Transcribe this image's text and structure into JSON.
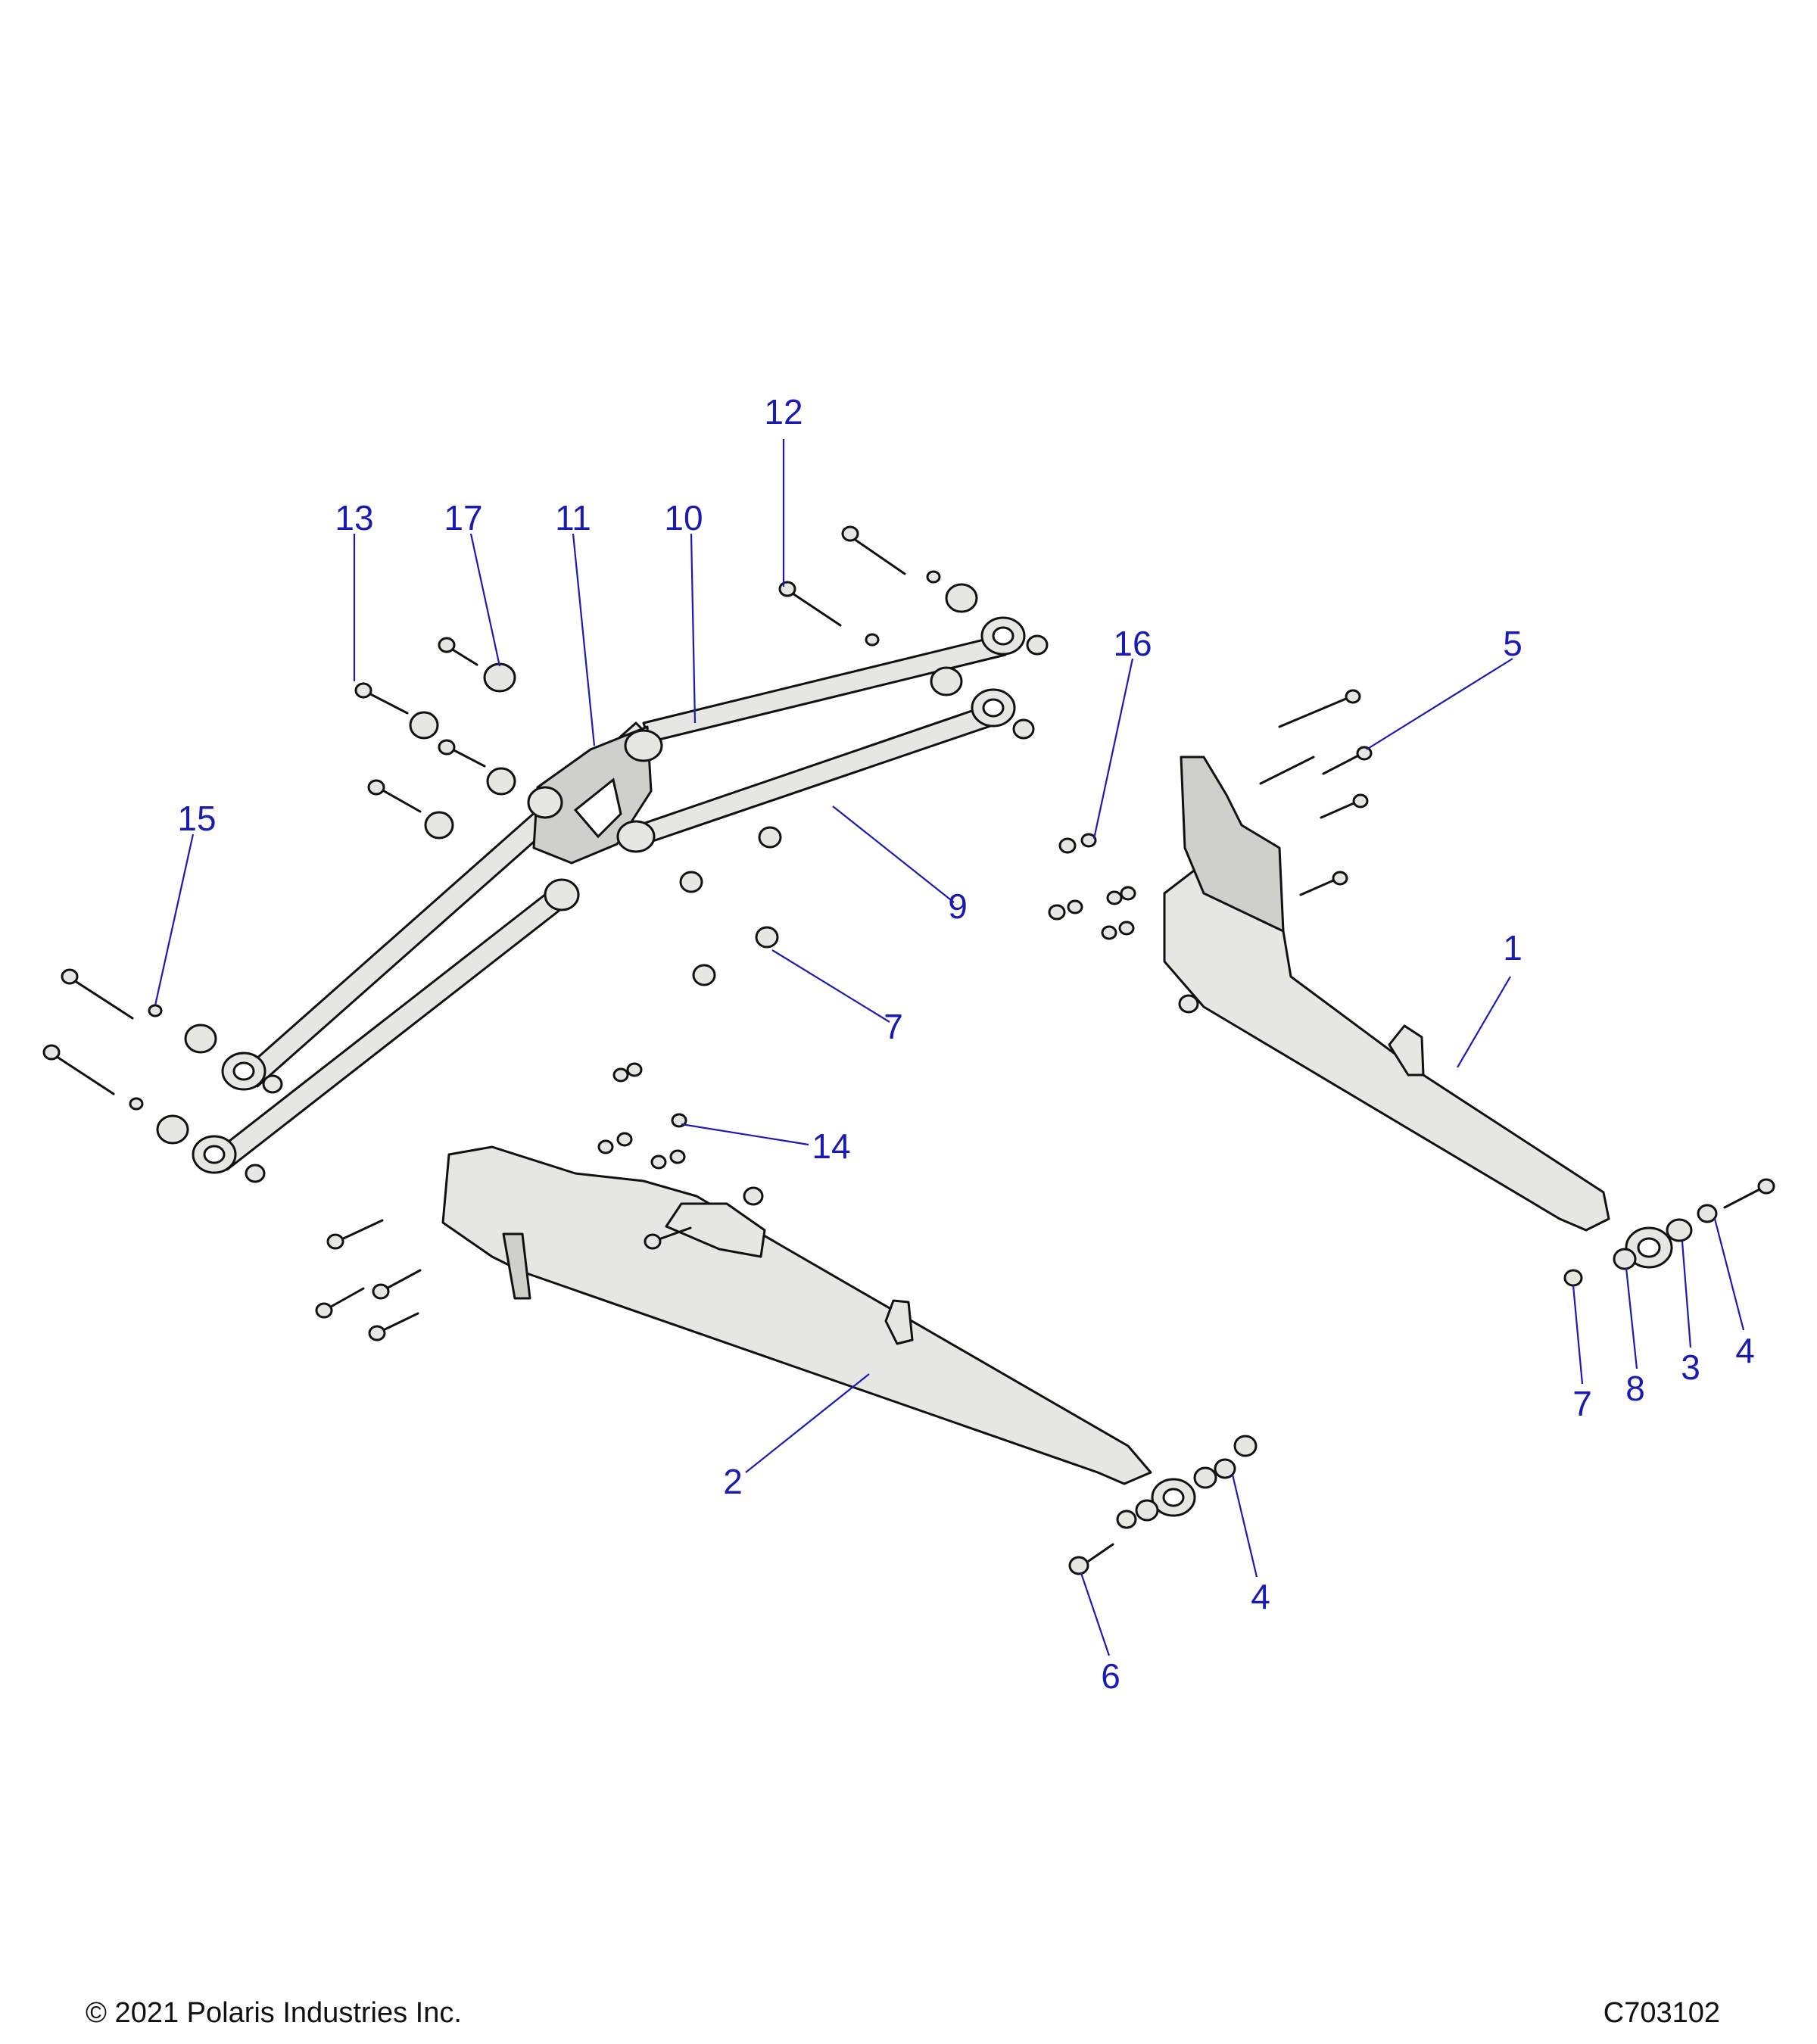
{
  "diagram": {
    "callouts": [
      "12",
      "13",
      "17",
      "11",
      "10",
      "16",
      "5",
      "15",
      "9",
      "7",
      "1",
      "14",
      "2",
      "3",
      "4",
      "7",
      "8",
      "4",
      "6"
    ]
  },
  "footer": {
    "copyright": "© 2021 Polaris Industries Inc.",
    "drawing_number": "C703102"
  }
}
